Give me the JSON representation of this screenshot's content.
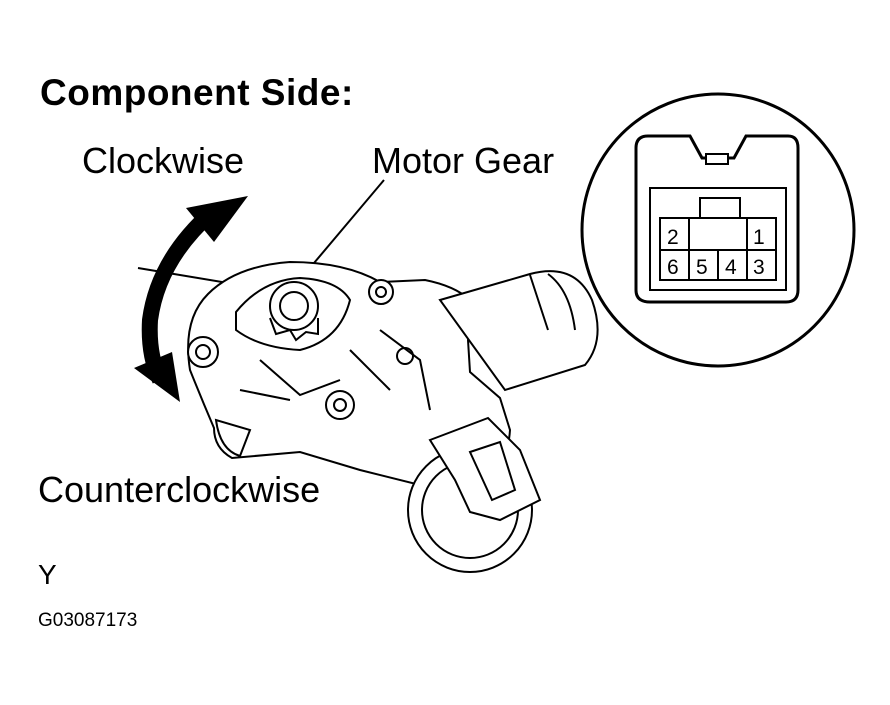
{
  "labels": {
    "title": "Component Side:",
    "clockwise": "Clockwise",
    "motor_gear": "Motor Gear",
    "counterclockwise": "Counterclockwise",
    "code_y": "Y",
    "code_g": "G03087173"
  },
  "connector": {
    "pins_top": [
      "2",
      "1"
    ],
    "pins_bottom": [
      "6",
      "5",
      "4",
      "3"
    ]
  }
}
